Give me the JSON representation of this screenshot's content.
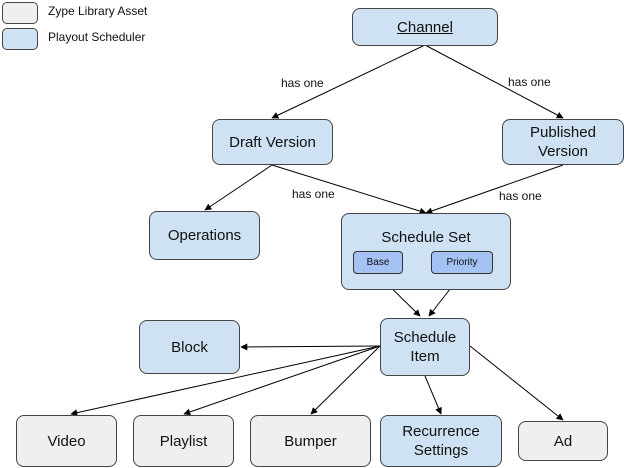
{
  "legend": {
    "items": [
      {
        "label": "Zype Library Asset",
        "color": "#efefef"
      },
      {
        "label": "Playout Scheduler",
        "color": "#cfe2f3"
      }
    ]
  },
  "nodes": {
    "channel": "Channel",
    "draft_version": "Draft Version",
    "published_version": "Published Version",
    "operations": "Operations",
    "schedule_set": "Schedule Set",
    "base": "Base",
    "priority": "Priority",
    "schedule_item": "Schedule Item",
    "block": "Block",
    "video": "Video",
    "playlist": "Playlist",
    "bumper": "Bumper",
    "recurrence_settings": "Recurrence Settings",
    "ad": "Ad"
  },
  "edge_labels": {
    "channel_draft": "has one",
    "channel_published": "has one",
    "draft_schedule_set": "has one",
    "published_schedule_set": "has one"
  },
  "colors": {
    "playout_scheduler": "#cfe2f3",
    "library_asset": "#efefef",
    "sub_node": "#a4c2f4"
  }
}
